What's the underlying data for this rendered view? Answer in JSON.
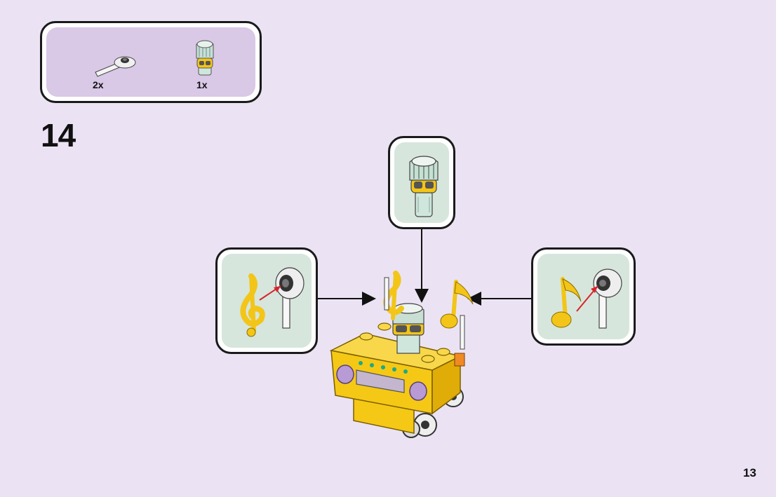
{
  "parts_list": {
    "items": [
      {
        "icon": "stick-with-round-plate-icon",
        "count": "2x"
      },
      {
        "icon": "minifig-head-with-hair-icon",
        "count": "1x"
      }
    ]
  },
  "step": {
    "number": "14"
  },
  "callouts": [
    {
      "icon": "minifig-head-with-goggles-icon"
    },
    {
      "icon": "treble-clef-on-stick-icon"
    },
    {
      "icon": "music-note-on-stick-icon"
    }
  ],
  "model": {
    "icon": "yellow-boombox-cart-icon"
  },
  "page": {
    "number": "13"
  },
  "colors": {
    "background": "#ebe3f3",
    "parts_box": "#d9c8e6",
    "callout_fill": "#d7e6dc",
    "brick_yellow": "#f5c816",
    "arrow_red": "#d8242b"
  }
}
